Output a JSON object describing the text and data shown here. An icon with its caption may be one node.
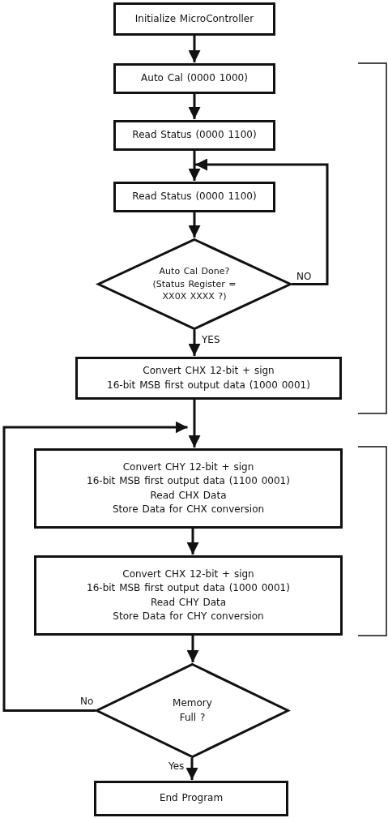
{
  "diagram": {
    "nodes": [
      {
        "text": [
          "Initialize MicroController"
        ]
      },
      {
        "text": [
          "Auto Cal (0000 1000)"
        ]
      },
      {
        "text": [
          "Read Status (0000 1100)"
        ]
      },
      {
        "text": [
          "Read Status (0000 1100)"
        ]
      },
      {
        "text": [
          "Auto Cal Done? (Status Register = XX0X XXXX ?)"
        ]
      },
      {
        "text": [
          "Convert CHX 12-bit + sign",
          "16-bit MSB first output data (1000 0001)"
        ]
      },
      {
        "text": [
          "Convert CHY 12-bit + sign",
          "16-bit MSB first output data (1100 0001)",
          "Read CHX Data",
          "Store Data for CHX conversion"
        ]
      },
      {
        "text": [
          "Convert CHX 12-bit + sign",
          "16-bit MSB first output data (1000 0001)",
          "Read CHY Data",
          "Store Data for CHY conversion"
        ]
      },
      {
        "text": [
          "Memory Full ?"
        ]
      },
      {
        "text": [
          "End Program"
        ]
      }
    ],
    "edges": [
      {
        "from": 0,
        "to": 1,
        "arrow": "to"
      },
      {
        "from": 1,
        "to": 2,
        "arrow": "to"
      },
      {
        "from": 2,
        "to": 3,
        "arrow": "to"
      },
      {
        "from": 4,
        "to": 3,
        "arrow": "to",
        "label": "NO"
      },
      {
        "from": 3,
        "to": 4,
        "arrow": "to"
      },
      {
        "from": 4,
        "to": 5,
        "arrow": "to",
        "label": "YES"
      },
      {
        "from": 5,
        "to": 6,
        "arrow": "to"
      },
      {
        "from": 8,
        "to": 6,
        "arrow": "to",
        "label": "No"
      },
      {
        "from": 6,
        "to": 7,
        "arrow": "to"
      },
      {
        "from": 7,
        "to": 8,
        "arrow": "to"
      },
      {
        "from": 8,
        "to": 9,
        "arrow": "to",
        "label": "Yes"
      }
    ]
  }
}
